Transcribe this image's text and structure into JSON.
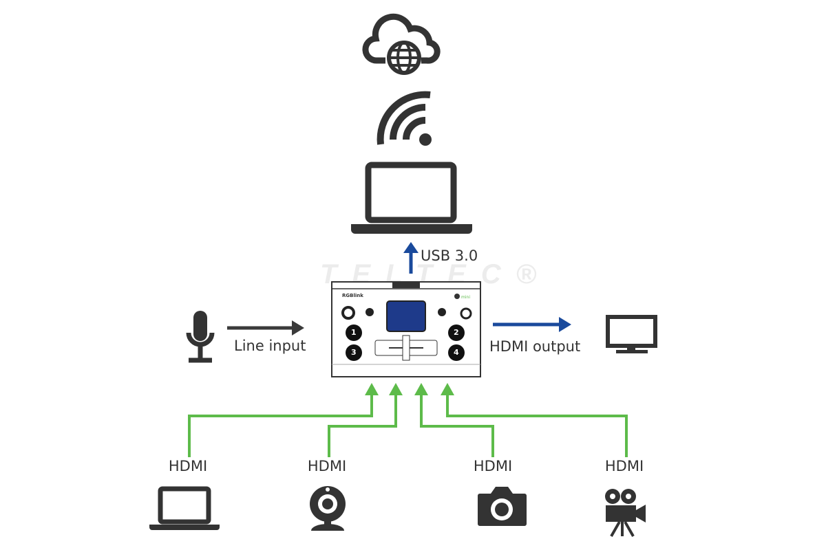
{
  "labels": {
    "usb": "USB 3.0",
    "line_input": "Line input",
    "hdmi_output": "HDMI output",
    "hdmi_inputs": [
      "HDMI",
      "HDMI",
      "HDMI",
      "HDMI"
    ]
  },
  "watermark": "TELTEC®",
  "device": {
    "brand": "RGBlink",
    "buttons": [
      "1",
      "2",
      "3",
      "4"
    ]
  },
  "colors": {
    "blue_arrow": "#1a4a9c",
    "green_line": "#5dbb4a",
    "icon": "#333333",
    "dark_arrow": "#3a3a3a"
  },
  "icons": [
    "cloud-globe-icon",
    "wifi-icon",
    "laptop-icon",
    "microphone-icon",
    "monitor-icon",
    "laptop-icon",
    "webcam-icon",
    "camera-icon",
    "film-camera-icon"
  ]
}
